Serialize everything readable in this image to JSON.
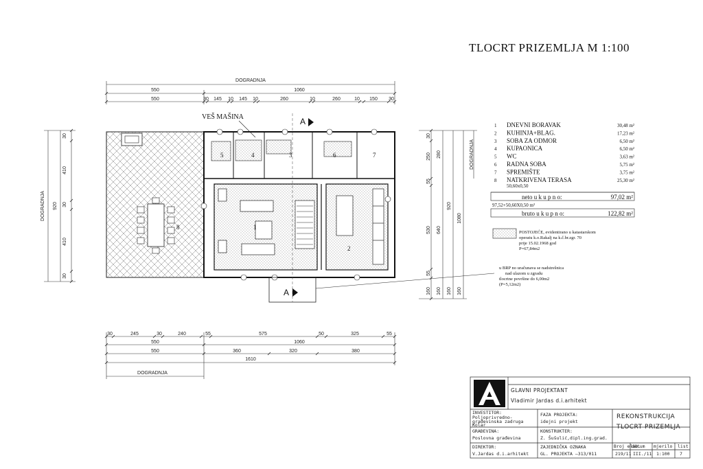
{
  "title": "TLOCRT  PRIZEMLJA  M 1:100",
  "dimensions": {
    "top_label": "DOGRADNJA",
    "top_row1": [
      "550",
      "1060"
    ],
    "top_row2": [
      "550",
      "30",
      "145",
      "10",
      "145",
      "10",
      "260",
      "10",
      "260",
      "10",
      "150",
      "30"
    ],
    "bottom_row1": [
      "30",
      "245",
      "30",
      "240",
      "55",
      "575",
      "50",
      "325",
      "55"
    ],
    "bottom_row2": [
      "550",
      "1060"
    ],
    "bottom_row3": [
      "550",
      "360",
      "320",
      "380"
    ],
    "bottom_total": "1610",
    "bottom_label": "DOGRADNJA",
    "left_side": [
      "30",
      "410",
      "920",
      "30",
      "410",
      "30"
    ],
    "left_label": "DOGRADNJA",
    "right_side": [
      "30",
      "250",
      "280",
      "55",
      "1080",
      "920",
      "640",
      "530",
      "55",
      "160",
      "160",
      "160",
      "160"
    ],
    "right_label": "DOGRADNJA"
  },
  "labels": {
    "ves_masina": "VEŠ MAŠINA",
    "section_mark": "A",
    "section_mark_bottom": "A"
  },
  "rooms": [
    {
      "num": "1",
      "name": "DNEVNI BORAVAK",
      "area": "30,48 m²"
    },
    {
      "num": "2",
      "name": "KUHINJA+BLAG.",
      "area": "17,23 m²"
    },
    {
      "num": "3",
      "name": "SOBA ZA ODMOR",
      "area": "6,50 m²"
    },
    {
      "num": "4",
      "name": "KUPAONICA",
      "area": "6,50 m²"
    },
    {
      "num": "5",
      "name": "WC",
      "area": "3,63 m²"
    },
    {
      "num": "6",
      "name": "RADNA SOBA",
      "area": "5,75 m²"
    },
    {
      "num": "7",
      "name": "SPREMIŠTE",
      "area": "3,75 m²"
    },
    {
      "num": "8",
      "name": "NATKRIVENA TERASA",
      "area": "25,30 m²",
      "sub": "50,60x0,50"
    }
  ],
  "plan_room_numbers": [
    "1",
    "2",
    "3",
    "4",
    "5",
    "6",
    "7",
    "8"
  ],
  "totals": {
    "neto_label": "neto  u k u p n o:",
    "neto_value": "97,02 m²",
    "formula": "97,52+50,60X0,50 m²",
    "bruto_label": "bruto  u k u p n o:",
    "bruto_value": "122,82 m²"
  },
  "notes": {
    "existing": [
      "POSTOJEĆE, evidentirano u katastarskom",
      "operatu k.o.Rakalj na k.č.br.zgr. 70",
      "prije 15.02.1968 god",
      "P=67,84m2"
    ],
    "brp": [
      "u BRP no uračunava se nadstrešnica",
      "nad ulazom u zgradu",
      "tlocrtne površine do 6,00m2",
      "(P=5,12m2)"
    ]
  },
  "title_block": {
    "glavni_label": "GLAVNI  PROJEKTANT",
    "glavni_name": "Vladimir  Jardas  d.i.arhitekt",
    "investitor_label": "INVESTITOR:",
    "investitor_value": [
      "Poljoprivredno-",
      "građevinska zadruga",
      "Kolar"
    ],
    "faza_label": "FAZA PROJEKTA:",
    "faza_value": "idejni  projekt",
    "gradevina_label": "GRAĐEVINA:",
    "gradevina_value": "Poslovna građevina",
    "konstrukter_label": "KONSTRUKTER:",
    "konstrukter_value": "Z. Šušulić,dipl.ing.grad.",
    "direktor_label": "DIREKTOR:",
    "direktor_value": "V.Jardas  d.i.arhitekt",
    "zajednicka_label": "ZAJEDNIČKA  OZNAKA",
    "zajednicka_value": "GL. PROJEKTA  —313/011",
    "project_title_1": "REKONSTRUKCIJA",
    "project_title_2": "TLOCRT  PRIZEMLJA",
    "columns": [
      "Broj elab.",
      "datum",
      "mjerilo",
      "list"
    ],
    "values": [
      "219/11",
      "III./11",
      "1:100",
      "7"
    ]
  }
}
